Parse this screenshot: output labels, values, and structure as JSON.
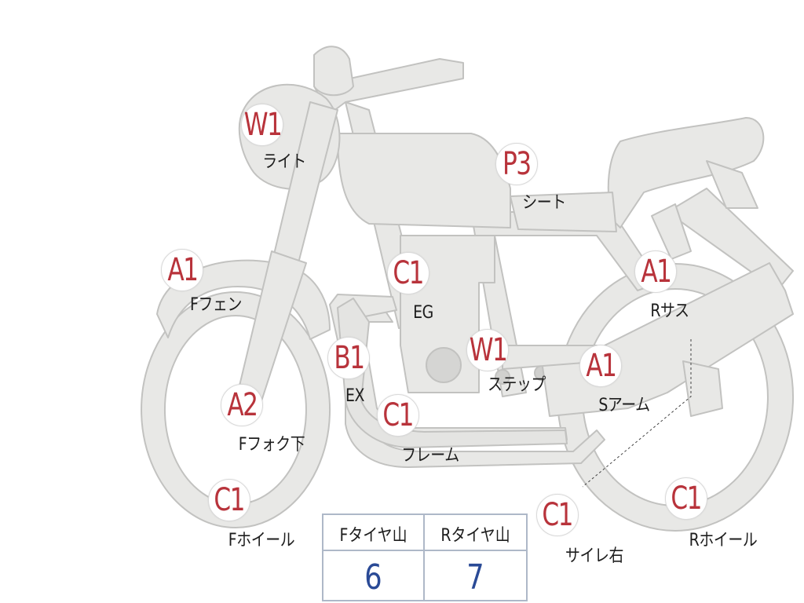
{
  "colors": {
    "body_fill": "#e8e8e6",
    "body_stroke": "#c2c2c0",
    "code_text": "#b8333b",
    "label_text": "#1d1d1d",
    "table_border": "#aeb8c8",
    "table_value": "#2a4a96"
  },
  "markers": [
    {
      "code": "W1",
      "label": "ライト"
    },
    {
      "code": "P3",
      "label": "シート"
    },
    {
      "code": "A1",
      "label": "Fフェン"
    },
    {
      "code": "C1",
      "label": "EG"
    },
    {
      "code": "A1",
      "label": "Rサス"
    },
    {
      "code": "B1",
      "label": "EX"
    },
    {
      "code": "W1",
      "label": "ステップ"
    },
    {
      "code": "A1",
      "label": "Sアーム"
    },
    {
      "code": "A2",
      "label": "Fフォク下"
    },
    {
      "code": "C1",
      "label": "フレーム"
    },
    {
      "code": "C1",
      "label": "Fホイール"
    },
    {
      "code": "C1",
      "label": "サイレ右"
    },
    {
      "code": "C1",
      "label": "Rホイール"
    }
  ],
  "tire_table": {
    "front_header": "Fタイヤ山",
    "rear_header": "Rタイヤ山",
    "front_value": "6",
    "rear_value": "7"
  }
}
